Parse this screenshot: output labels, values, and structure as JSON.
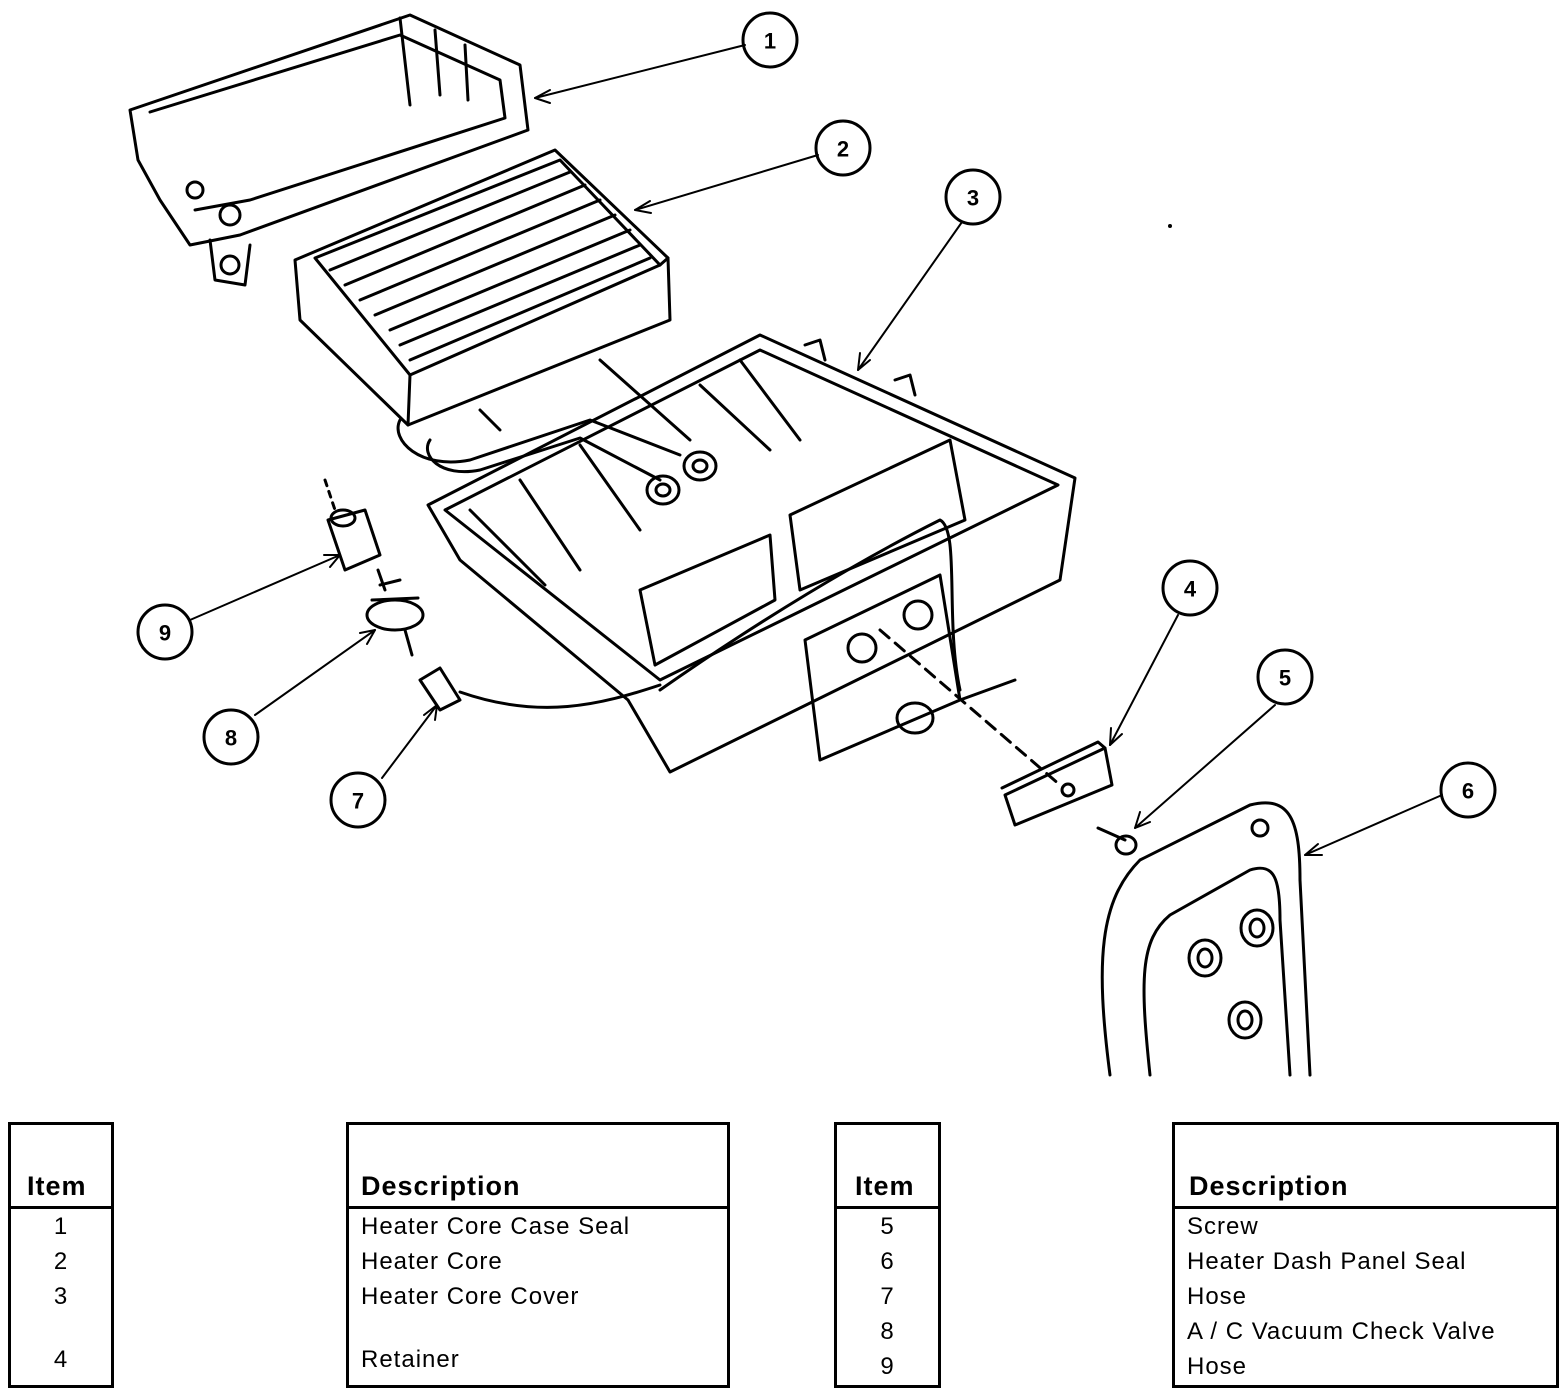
{
  "callouts": [
    "1",
    "2",
    "3",
    "4",
    "5",
    "6",
    "7",
    "8",
    "9"
  ],
  "table_left": {
    "item_header": "Item",
    "desc_header": "Description",
    "rows": [
      {
        "item": "1",
        "desc": "Heater Core Case Seal"
      },
      {
        "item": "2",
        "desc": "Heater Core"
      },
      {
        "item": "3",
        "desc": "Heater Core Cover"
      },
      {
        "item": "4",
        "desc": "Retainer"
      }
    ]
  },
  "table_right": {
    "item_header": "Item",
    "desc_header": "Description",
    "rows": [
      {
        "item": "5",
        "desc": "Screw"
      },
      {
        "item": "6",
        "desc": "Heater Dash Panel Seal"
      },
      {
        "item": "7",
        "desc": "Hose"
      },
      {
        "item": "8",
        "desc": "A / C Vacuum Check Valve"
      },
      {
        "item": "9",
        "desc": "Hose"
      }
    ]
  }
}
